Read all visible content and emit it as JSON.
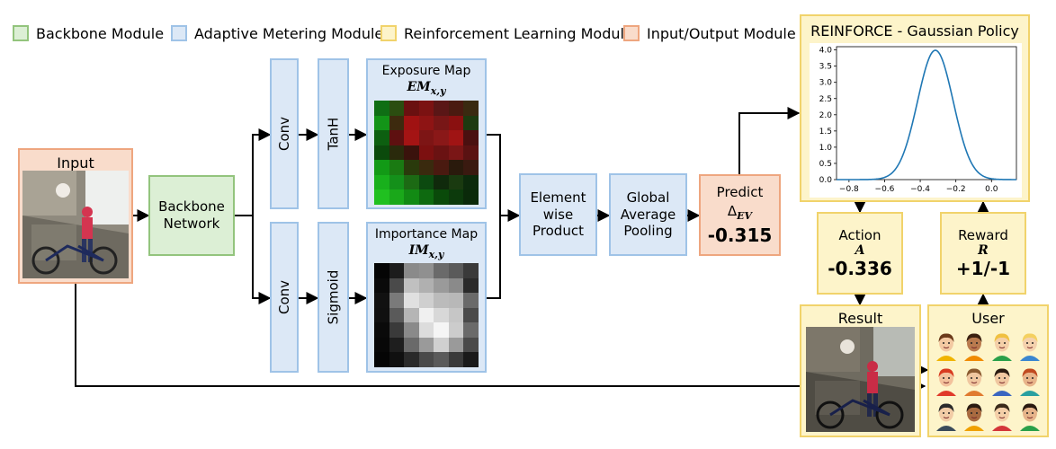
{
  "legend": {
    "backbone": "Backbone Module",
    "adaptive": "Adaptive Metering Module",
    "rl": "Reinforcement Learning Module",
    "io": "Input/Output Module"
  },
  "colors": {
    "green_fill": "#dcefd5",
    "green_border": "#93c47d",
    "blue_fill": "#dce8f6",
    "blue_border": "#9fc3e7",
    "yellow_fill": "#fdf4ca",
    "yellow_border": "#f1d36b",
    "orange_fill": "#f9dccb",
    "orange_border": "#eea67f",
    "curve": "#1f77b4"
  },
  "input": {
    "title": "Input"
  },
  "backbone": {
    "line1": "Backbone",
    "line2": "Network"
  },
  "conv_top": "Conv",
  "tanh": "TanH",
  "conv_bottom": "Conv",
  "sigmoid": "Sigmoid",
  "exposure_map": {
    "title": "Exposure Map",
    "symbol": "EM",
    "sub": "x,y"
  },
  "importance_map": {
    "title": "Importance Map",
    "symbol": "IM",
    "sub": "x,y"
  },
  "element_wise": {
    "line1": "Element",
    "line2": "wise",
    "line3": "Product"
  },
  "gap": {
    "line1": "Global",
    "line2": "Average",
    "line3": "Pooling"
  },
  "predict": {
    "title": "Predict",
    "symbol": "Δ",
    "sub": "EV",
    "value": "-0.315"
  },
  "policy": {
    "title": "REINFORCE - Gaussian Policy"
  },
  "action": {
    "title": "Action",
    "symbol": "A",
    "value": "-0.336"
  },
  "reward": {
    "title": "Reward",
    "symbol": "R",
    "value": "+1/-1"
  },
  "result": {
    "title": "Result"
  },
  "user": {
    "title": "User"
  },
  "chart_data": {
    "type": "line",
    "title": "",
    "xlabel": "",
    "ylabel": "",
    "xlim": [
      -0.87,
      0.14
    ],
    "ylim": [
      0,
      4.1
    ],
    "x_ticks": [
      "−0.8",
      "−0.6",
      "−0.4",
      "−0.2",
      "0.0"
    ],
    "y_ticks": [
      "0.0",
      "0.5",
      "1.0",
      "1.5",
      "2.0",
      "2.5",
      "3.0",
      "3.5",
      "4.0"
    ],
    "grid": false,
    "series": [
      {
        "distribution": "gaussian",
        "mean": -0.315,
        "std": 0.1,
        "peak": 3.99
      }
    ]
  }
}
